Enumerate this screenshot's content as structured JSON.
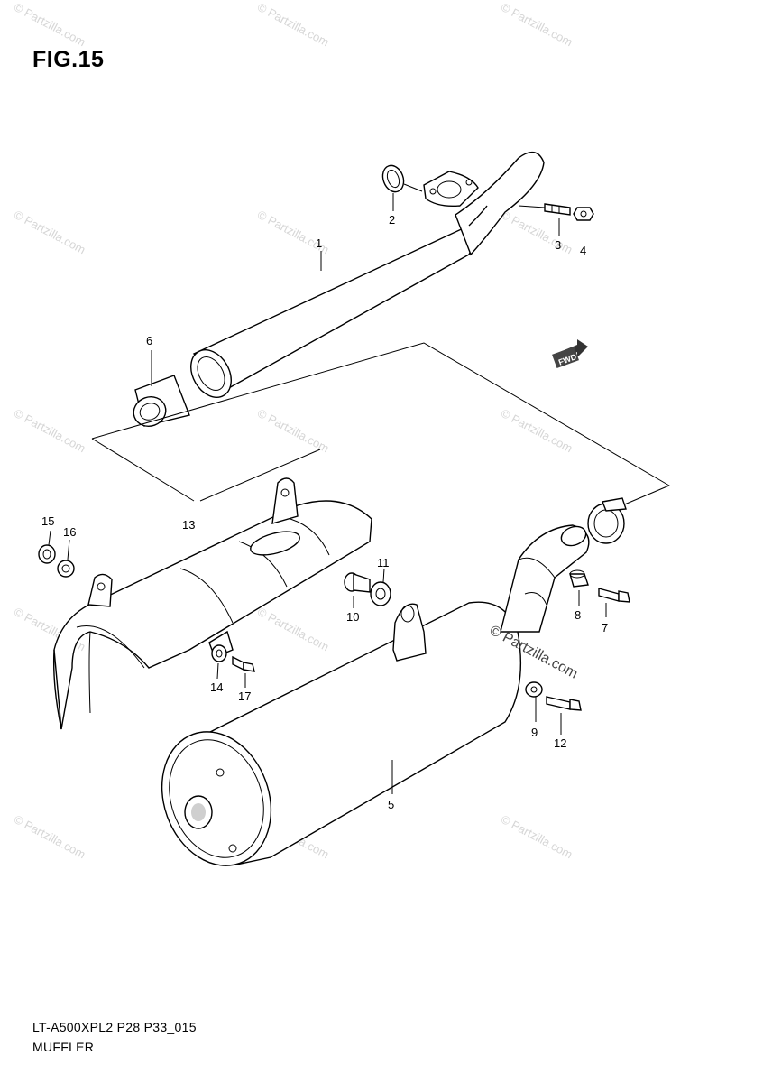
{
  "figure": {
    "title": "FIG.15",
    "model_code": "LT-A500XPL2 P28 P33_015",
    "section_name": "MUFFLER"
  },
  "callouts": {
    "c1": "1",
    "c2": "2",
    "c3": "3",
    "c4": "4",
    "c5": "5",
    "c6": "6",
    "c7": "7",
    "c8": "8",
    "c9": "9",
    "c10": "10",
    "c11": "11",
    "c12": "12",
    "c13": "13",
    "c14": "14",
    "c15": "15",
    "c16": "16",
    "c17": "17"
  },
  "direction_badge": "FWD",
  "watermark": {
    "small": "© Partzilla.com",
    "large": "© Partzilla.com"
  }
}
